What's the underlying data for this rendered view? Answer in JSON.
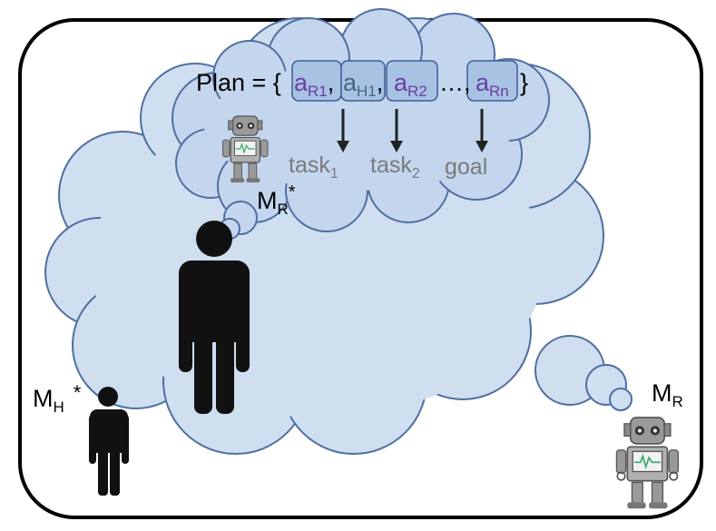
{
  "plan": {
    "prefix": "Plan = {",
    "actions": [
      {
        "base": "a",
        "sub": "R1",
        "color": "#6a3fa0"
      },
      {
        "base": "a",
        "sub": "H1",
        "color": "#3f6b78"
      },
      {
        "base": "a",
        "sub": "R2",
        "color": "#6a3fa0"
      },
      {
        "base": "a",
        "sub": "Rn",
        "color": "#6a3fa0"
      }
    ],
    "comma": ",",
    "ellipsis": "…,",
    "suffix": "}"
  },
  "tasks": [
    {
      "base": "task",
      "sub": "1"
    },
    {
      "base": "task",
      "sub": "2"
    },
    {
      "base": "goal",
      "sub": ""
    }
  ],
  "models": {
    "mr_star": {
      "base": "M",
      "sub": "R",
      "sup": "*"
    },
    "mh_star": {
      "base": "M",
      "sub": "H",
      "sup": "*"
    },
    "mr": {
      "base": "M",
      "sub": "R"
    }
  },
  "colors": {
    "cloud_fill": "#cfdff0",
    "cloud_fill_inner": "#c3d6ee",
    "cloud_stroke": "#4f6fa0",
    "action_box_fill": "#a8c2e4",
    "action_box_stroke": "#3e5f93",
    "task_text": "#7a7a7a",
    "person": "#111111",
    "robot_body": "#9a9a9a",
    "frame": "#000000"
  }
}
